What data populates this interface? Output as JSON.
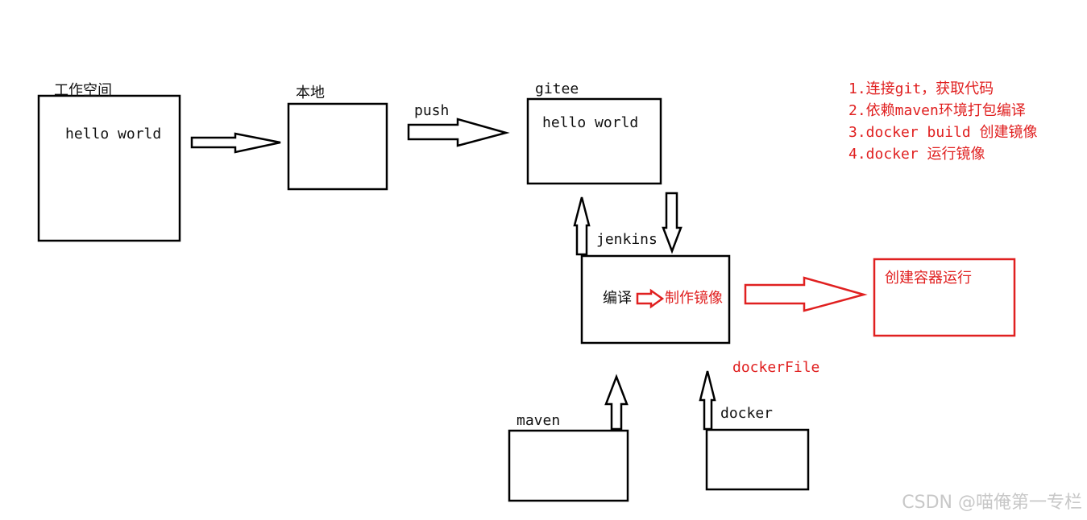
{
  "nodes": {
    "workspace": {
      "title": "工作空间",
      "content": "hello world"
    },
    "local": {
      "title": "本地"
    },
    "gitee": {
      "title": "gitee",
      "content": "hello world"
    },
    "jenkins": {
      "title": "jenkins",
      "compile": "编译",
      "build_image": "制作镜像"
    },
    "container": {
      "title": "创建容器运行"
    },
    "maven": {
      "title": "maven"
    },
    "docker": {
      "title": "docker"
    }
  },
  "edges": {
    "push": "push",
    "dockerfile": "dockerFile"
  },
  "steps": [
    "1.连接git，获取代码",
    "2.依赖maven环境打包编译",
    "3.docker build 创建镜像",
    "4.docker 运行镜像"
  ],
  "watermark": "CSDN @喵俺第一专栏",
  "colors": {
    "ink": "#000000",
    "accent": "#e02020",
    "watermark": "#c8c8c8"
  }
}
